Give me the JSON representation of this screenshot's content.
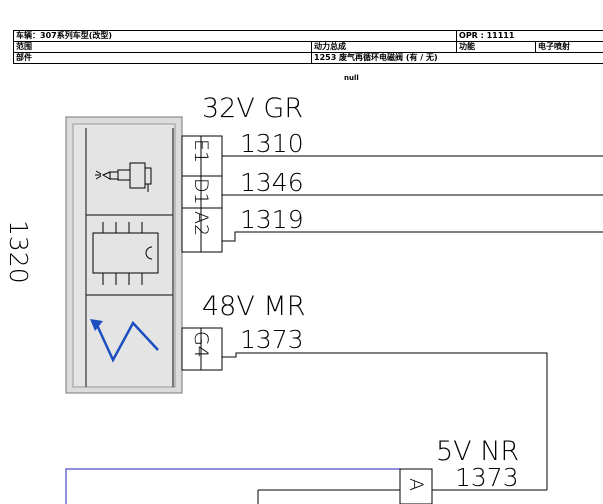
{
  "header": {
    "vehicle": "车辆：307系列车型(改型)",
    "opr": "OPR : 11111",
    "scope_label": "范围",
    "powertrain": "动力总成",
    "function_label": "功能",
    "function_value": "电子喷射",
    "part_label": "部件",
    "part_value": "1253 废气再循环电磁阀 (有 / 无)"
  },
  "note": "null",
  "connectors": [
    {
      "label": "32V GR",
      "pins": [
        {
          "pin": "E1",
          "wire": "1310"
        },
        {
          "pin": "D1",
          "wire": "1346"
        },
        {
          "pin": "A2",
          "wire": "1319"
        }
      ]
    },
    {
      "label": "48V MR",
      "pins": [
        {
          "pin": "G4",
          "wire": "1373"
        }
      ]
    },
    {
      "label": "5V NR",
      "pins": [
        {
          "pin": "A",
          "wire": "1373"
        }
      ]
    }
  ],
  "component_id": "1320",
  "icons": [
    "injector-icon",
    "ecu-chip-icon",
    "lightning-icon"
  ],
  "colors": {
    "line": "#000000",
    "component_fill": "#dcdcdc",
    "lower_box": "#6a6ad0"
  }
}
